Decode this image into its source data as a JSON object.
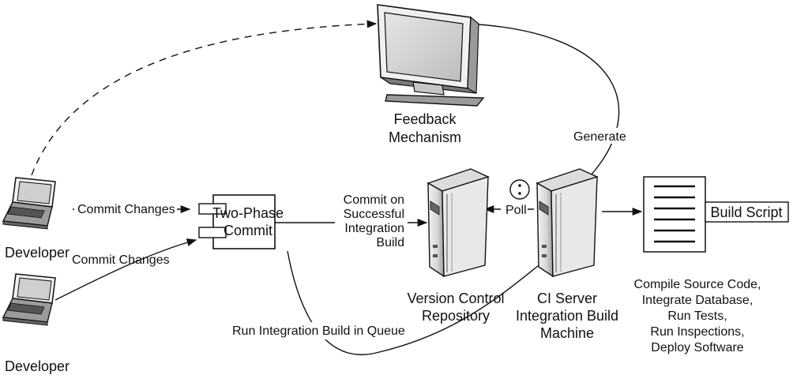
{
  "nodes": {
    "feedback": {
      "label_line1": "Feedback",
      "label_line2": "Mechanism",
      "icon": "monitor-icon"
    },
    "developer_top": {
      "label": "Developer",
      "icon": "laptop-icon"
    },
    "developer_bottom": {
      "label": "Developer",
      "icon": "laptop-icon"
    },
    "two_phase_commit": {
      "label_line1": "Two-Phase",
      "label_line2": "Commit",
      "icon": "component-icon"
    },
    "version_control": {
      "label_line1": "Version Control",
      "label_line2": "Repository",
      "icon": "server-icon"
    },
    "ci_server": {
      "label_line1": "CI Server",
      "label_line2": "Integration Build",
      "label_line3": "Machine",
      "icon": "server-icon"
    },
    "build_script": {
      "label": "Build Script",
      "icon": "document-icon",
      "steps": [
        "Compile Source Code,",
        "Integrate Database,",
        "Run Tests,",
        "Run Inspections,",
        "Deploy Software"
      ]
    }
  },
  "edges": {
    "commit_changes_top": "Commit Changes",
    "commit_changes_bottom": "Commit Changes",
    "commit_on_success": [
      "Commit on",
      "Successful",
      "Integration",
      "Build"
    ],
    "poll": "Poll",
    "generate": "Generate",
    "run_integration_build_in_queue": "Run Integration Build in Queue"
  },
  "colors": {
    "ink": "#111111",
    "server_light": "#e9e9e9",
    "server_mid": "#c8c8c8",
    "server_dark": "#8a8a8a",
    "screen": "#d2d2d2"
  }
}
